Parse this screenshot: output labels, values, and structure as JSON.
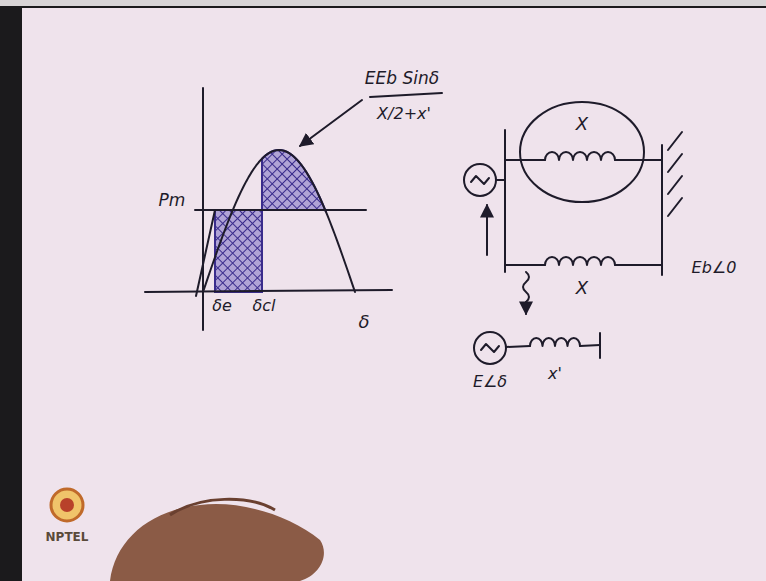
{
  "diagram": {
    "labels": [
      "EEb Sinδ",
      "X/2+x'",
      "Pm",
      "δe",
      "δcl",
      "δ",
      "X",
      "X",
      "Eb∠0",
      "E∠δ",
      "x'",
      "NPTEL"
    ]
  }
}
